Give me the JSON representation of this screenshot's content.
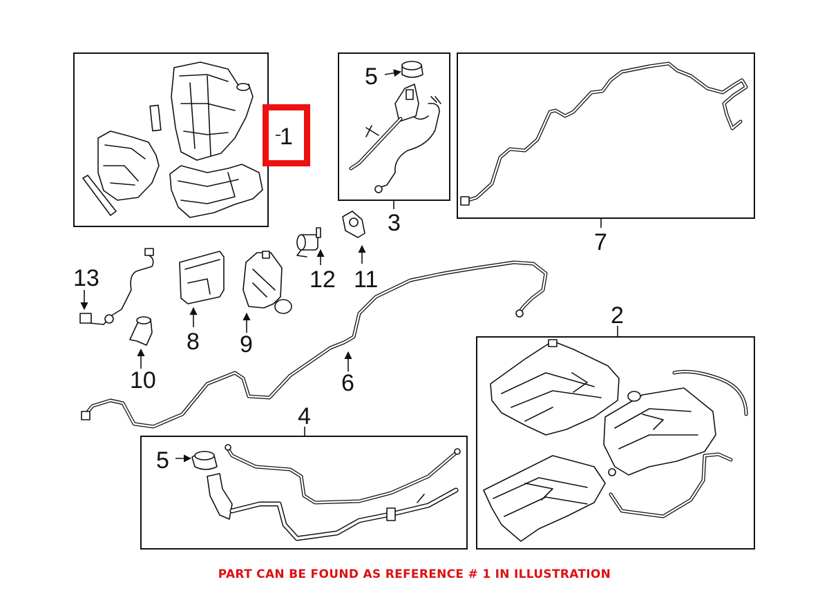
{
  "callouts": {
    "c1": "1",
    "c2": "2",
    "c3": "3",
    "c4": "4",
    "c5a": "5",
    "c5b": "5",
    "c6": "6",
    "c7": "7",
    "c8": "8",
    "c9": "9",
    "c10": "10",
    "c11": "11",
    "c12": "12",
    "c13": "13"
  },
  "note": "PART CAN BE FOUND AS REFERENCE # 1 IN ILLUSTRATION",
  "colors": {
    "highlight": "#ee1111",
    "note": "#dd1111",
    "ink": "#111111"
  }
}
